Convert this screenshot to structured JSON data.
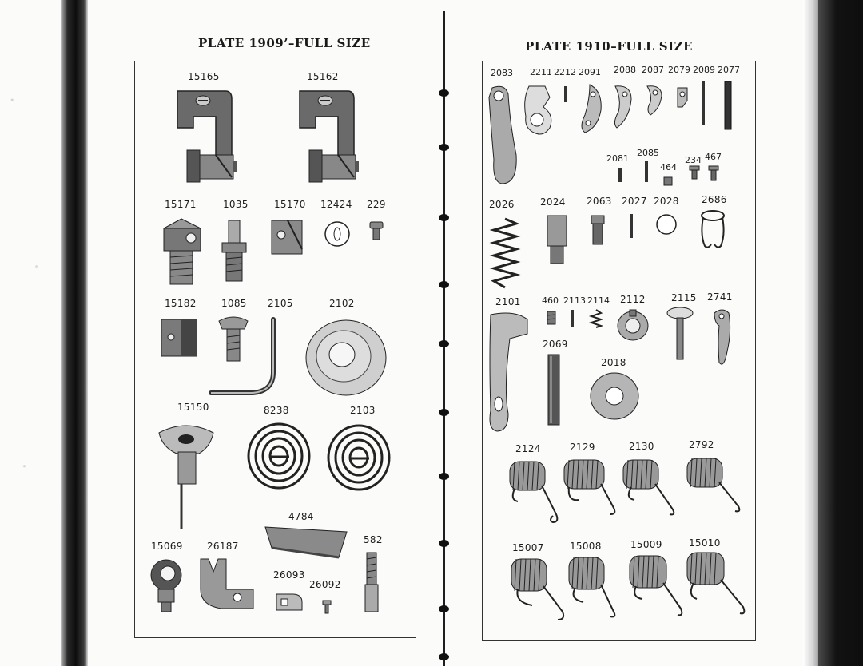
{
  "left_plate": {
    "title": "PLATE 1909’–FULL SIZE",
    "parts": [
      {
        "id": "p15165",
        "label": "15165",
        "icon": "bobbin-winder-bracket-icon"
      },
      {
        "id": "p15162",
        "label": "15162",
        "icon": "bobbin-winder-bracket-icon"
      },
      {
        "id": "p15171",
        "label": "15171",
        "icon": "threaded-clamp-icon"
      },
      {
        "id": "p1035",
        "label": "1035",
        "icon": "threaded-stud-icon"
      },
      {
        "id": "p15170",
        "label": "15170",
        "icon": "square-nut-icon"
      },
      {
        "id": "p12424",
        "label": "12424",
        "icon": "oval-washer-icon"
      },
      {
        "id": "p229",
        "label": "229",
        "icon": "small-screw-icon"
      },
      {
        "id": "p15182",
        "label": "15182",
        "icon": "square-block-icon"
      },
      {
        "id": "p1085",
        "label": "1085",
        "icon": "thumb-screw-icon"
      },
      {
        "id": "p2105",
        "label": "2105",
        "icon": "l-wrench-icon"
      },
      {
        "id": "p2102",
        "label": "2102",
        "icon": "large-disc-icon"
      },
      {
        "id": "p15150",
        "label": "15150",
        "icon": "winged-plate-icon"
      },
      {
        "id": "p8238",
        "label": "8238",
        "icon": "spiral-spring-icon"
      },
      {
        "id": "p2103",
        "label": "2103",
        "icon": "spiral-spring-icon"
      },
      {
        "id": "p4784",
        "label": "4784",
        "icon": "felt-pad-icon"
      },
      {
        "id": "p582",
        "label": "582",
        "icon": "threaded-pin-icon"
      },
      {
        "id": "p15069",
        "label": "15069",
        "icon": "ring-bracket-icon"
      },
      {
        "id": "p26187",
        "label": "26187",
        "icon": "forked-bracket-icon"
      },
      {
        "id": "p26093",
        "label": "26093",
        "icon": "small-clip-icon"
      },
      {
        "id": "p26092",
        "label": "26092",
        "icon": "tiny-screw-icon"
      }
    ]
  },
  "right_plate": {
    "title": "PLATE 1910–FULL SIZE",
    "parts": [
      {
        "id": "p2083",
        "label": "2083",
        "icon": "curved-lever-icon"
      },
      {
        "id": "p2211",
        "label": "2211",
        "icon": "cam-plate-icon"
      },
      {
        "id": "p2212",
        "label": "2212",
        "icon": "thin-pin-icon"
      },
      {
        "id": "p2091",
        "label": "2091",
        "icon": "curved-link-icon"
      },
      {
        "id": "p2088",
        "label": "2088",
        "icon": "hook-link-icon"
      },
      {
        "id": "p2087",
        "label": "2087",
        "icon": "hook-link-icon"
      },
      {
        "id": "p2079",
        "label": "2079",
        "icon": "small-link-icon"
      },
      {
        "id": "p2089",
        "label": "2089",
        "icon": "thin-rod-icon"
      },
      {
        "id": "p2077",
        "label": "2077",
        "icon": "rod-icon"
      },
      {
        "id": "p2081",
        "label": "2081",
        "icon": "thin-pin-icon"
      },
      {
        "id": "p2085",
        "label": "2085",
        "icon": "thin-pin-icon"
      },
      {
        "id": "p464",
        "label": "464",
        "icon": "set-screw-icon"
      },
      {
        "id": "p234",
        "label": "234",
        "icon": "small-screw-icon"
      },
      {
        "id": "p467",
        "label": "467",
        "icon": "small-screw-icon"
      },
      {
        "id": "p2026",
        "label": "2026",
        "icon": "coil-spring-icon"
      },
      {
        "id": "p2024",
        "label": "2024",
        "icon": "stepped-stud-icon"
      },
      {
        "id": "p2063",
        "label": "2063",
        "icon": "bushing-icon"
      },
      {
        "id": "p2027",
        "label": "2027",
        "icon": "thin-pin-icon"
      },
      {
        "id": "p2028",
        "label": "2028",
        "icon": "ring-icon"
      },
      {
        "id": "p2686",
        "label": "2686",
        "icon": "wire-clip-icon"
      },
      {
        "id": "p2101",
        "label": "2101",
        "icon": "needle-bar-plate-icon"
      },
      {
        "id": "p460",
        "label": "460",
        "icon": "set-screw-icon"
      },
      {
        "id": "p2113",
        "label": "2113",
        "icon": "thin-pin-icon"
      },
      {
        "id": "p2114",
        "label": "2114",
        "icon": "small-spring-icon"
      },
      {
        "id": "p2112",
        "label": "2112",
        "icon": "tension-disc-icon"
      },
      {
        "id": "p2115",
        "label": "2115",
        "icon": "pin-with-head-icon"
      },
      {
        "id": "p2741",
        "label": "2741",
        "icon": "curved-hook-icon"
      },
      {
        "id": "p2069",
        "label": "2069",
        "icon": "shaft-icon"
      },
      {
        "id": "p2018",
        "label": "2018",
        "icon": "washer-icon"
      },
      {
        "id": "p2124",
        "label": "2124",
        "icon": "torsion-spring-icon"
      },
      {
        "id": "p2129",
        "label": "2129",
        "icon": "torsion-spring-icon"
      },
      {
        "id": "p2130",
        "label": "2130",
        "icon": "torsion-spring-icon"
      },
      {
        "id": "p2792",
        "label": "2792",
        "icon": "torsion-spring-icon"
      },
      {
        "id": "p15007",
        "label": "15007",
        "icon": "torsion-spring-icon"
      },
      {
        "id": "p15008",
        "label": "15008",
        "icon": "torsion-spring-icon"
      },
      {
        "id": "p15009",
        "label": "15009",
        "icon": "torsion-spring-icon"
      },
      {
        "id": "p15010",
        "label": "15010",
        "icon": "torsion-spring-icon"
      }
    ]
  }
}
